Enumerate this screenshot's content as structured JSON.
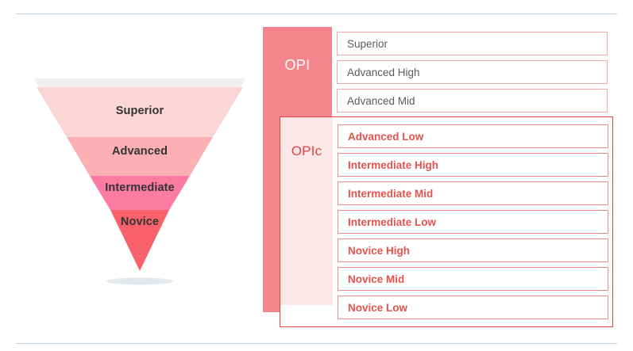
{
  "chart_data": {
    "type": "diagram",
    "title": "",
    "funnel": {
      "orientation": "inverted",
      "levels": [
        {
          "label": "Superior",
          "color": "#fbd6d6",
          "rank": 4
        },
        {
          "label": "Advanced",
          "color": "#fcb0b3",
          "rank": 3
        },
        {
          "label": "Intermediate",
          "color": "#fb7ba2",
          "rank": 2
        },
        {
          "label": "Novice",
          "color": "#f9626a",
          "rank": 1
        }
      ],
      "cap_color": "#efefef",
      "shadow_color": "#e3e9ec"
    },
    "scales": [
      {
        "name": "OPI",
        "accent": "#f4858c",
        "text_color": "#5c5c5c",
        "ratings": [
          "Superior",
          "Advanced High",
          "Advanced Mid"
        ]
      },
      {
        "name": "OPIc",
        "accent": "#d9453f",
        "text_color": "#e3534e",
        "ratings": [
          "Advanced Low",
          "Intermediate High",
          "Intermediate Mid",
          "Intermediate Low",
          "Novice High",
          "Novice Mid",
          "Novice Low"
        ]
      }
    ]
  },
  "funnel": {
    "levels": [
      {
        "label": "Superior"
      },
      {
        "label": "Advanced"
      },
      {
        "label": "Intermediate"
      },
      {
        "label": "Novice"
      }
    ]
  },
  "opi": {
    "title": "OPI",
    "rows": [
      {
        "label": "Superior"
      },
      {
        "label": "Advanced High"
      },
      {
        "label": "Advanced Mid"
      }
    ]
  },
  "opic": {
    "title": "OPIc",
    "rows": [
      {
        "label": "Advanced Low"
      },
      {
        "label": "Intermediate High"
      },
      {
        "label": "Intermediate Mid"
      },
      {
        "label": "Intermediate Low"
      },
      {
        "label": "Novice High"
      },
      {
        "label": "Novice Mid"
      },
      {
        "label": "Novice Low"
      }
    ]
  },
  "colors": {
    "rule": "#b9cfdd",
    "opi_accent": "#f4858c",
    "opic_border": "#d9453f",
    "opic_fill": "#fbe7e7",
    "row_border_opi": "#f2a9ab",
    "row_border_opic": "#ef8b88",
    "level_superior": "#fbd6d6",
    "level_advanced": "#fcb0b3",
    "level_intermediate": "#fb7ba2",
    "level_novice": "#f9626a"
  }
}
